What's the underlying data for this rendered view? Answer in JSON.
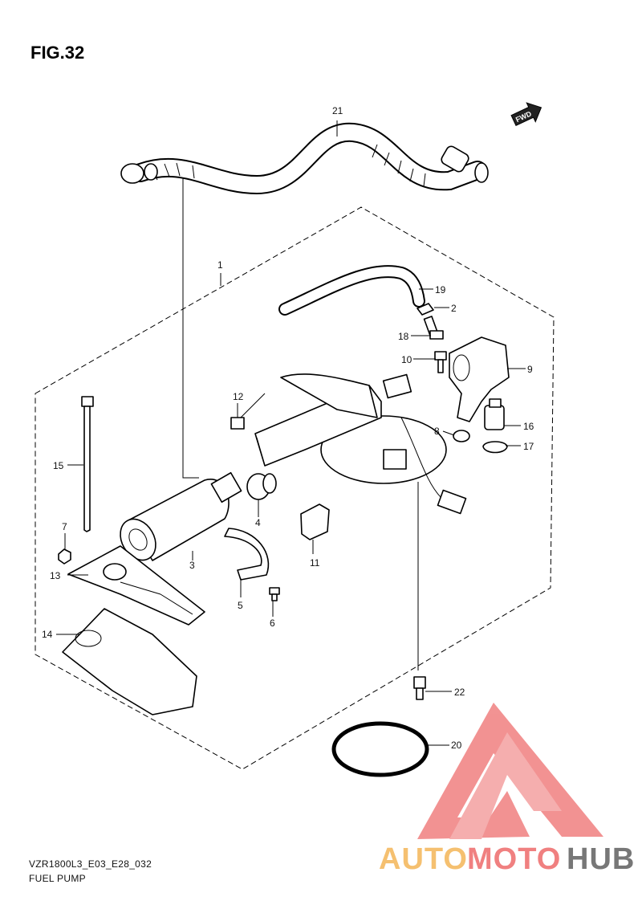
{
  "figure": {
    "title": "FIG.32",
    "direction_badge": "FWD"
  },
  "callouts": {
    "p1": "1",
    "p2": "2",
    "p3": "3",
    "p4": "4",
    "p5": "5",
    "p6": "6",
    "p7": "7",
    "p8": "8",
    "p9": "9",
    "p10": "10",
    "p11": "11",
    "p12": "12",
    "p13": "13",
    "p14": "14",
    "p15": "15",
    "p16": "16",
    "p17": "17",
    "p18": "18",
    "p19": "19",
    "p20": "20",
    "p21": "21",
    "p22": "22"
  },
  "footer": {
    "code": "VZR1800L3_E03_E28_032",
    "name": "FUEL PUMP"
  },
  "watermark": {
    "part1": "AUTO",
    "part2": "MOTO",
    "part3": "HUB",
    "color_primary": "#f08080",
    "color_secondary": "#f5c070",
    "color_dark": "#777777"
  }
}
